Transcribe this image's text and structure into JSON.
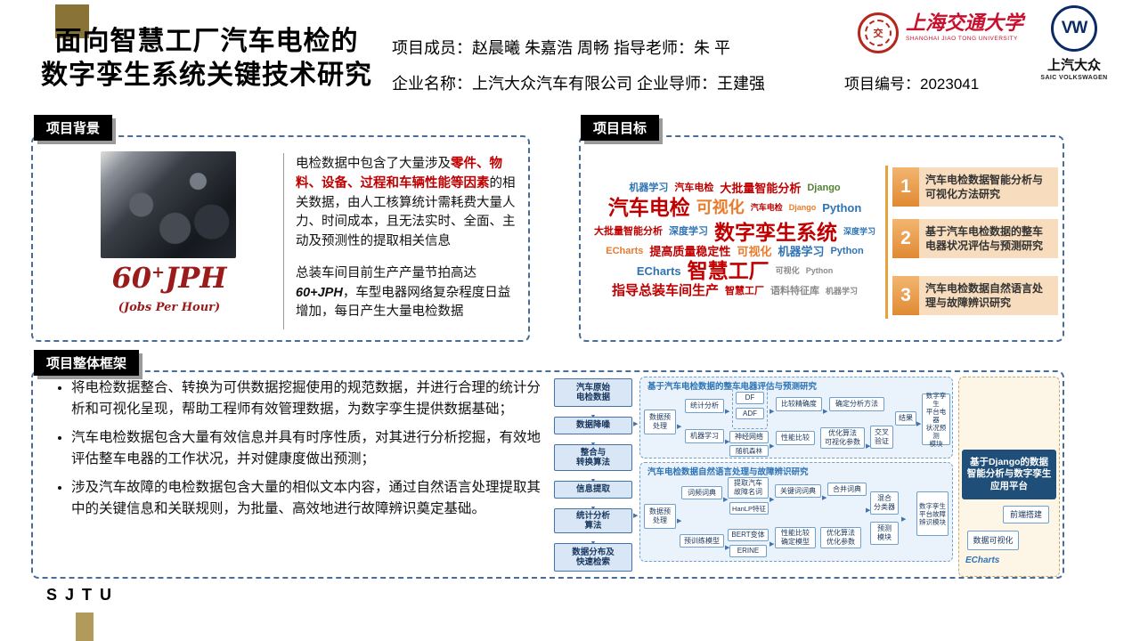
{
  "header": {
    "title_line1": "面向智慧工厂汽车电检的",
    "title_line2": "数字孪生系统关键技术研究",
    "line1_label1": "项目成员：",
    "members": "赵晨曦  朱嘉浩  周畅",
    "line1_label2": "  指导老师：",
    "advisor": "朱    平",
    "line2_label1": "企业名称：",
    "company": "上汽大众汽车有限公司",
    "line2_label2": "      企业导师：",
    "mentor": "王建强",
    "project_no_label": "项目编号：",
    "project_no": "2023041",
    "sjtu_seal_glyph": "交",
    "sjtu_cn": "上海交通大学",
    "sjtu_en": "SHANGHAI JIAO TONG UNIVERSITY",
    "vw_logo": "VW",
    "vw_cn": "上汽大众",
    "vw_en": "SAIC VOLKSWAGEN"
  },
  "background": {
    "label": "项目背景",
    "jph_value": "60",
    "jph_sup": "+",
    "jph_unit": "JPH",
    "jph_caption": "(Jobs Per Hour)",
    "para1_a": "电检数据中包含了大量涉及",
    "para1_red": "零件、物料、设备、过程和车辆性能等因素",
    "para1_b": "的相关数据，由人工核算统计需耗费大量人力、时间成本，且无法实时、全面、主动及预测性的提取相关信息",
    "para2_a": "总装车间目前生产产量节拍高达",
    "para2_em": "60+JPH",
    "para2_b": "，车型电器网络复杂程度日益增加，每日产生大量电检数据"
  },
  "objectives": {
    "label": "项目目标",
    "items": [
      {
        "num": "1",
        "text": "汽车电检数据智能分析与可视化方法研究"
      },
      {
        "num": "2",
        "text": "基于汽车电检数据的整车电器状况评估与预测研究"
      },
      {
        "num": "3",
        "text": "汽车电检数据自然语言处理与故障辨识研究"
      }
    ],
    "words": [
      "机器学习",
      "汽车电检",
      "大批量智能分析",
      "Django",
      "汽车电检",
      "可视化",
      "汽车电检",
      "Django",
      "Python",
      "大批量智能分析",
      "深度学习",
      "数字孪生系统",
      "深度学习",
      "ECharts",
      "提高质量稳定性",
      "可视化",
      "机器学习",
      "Python",
      "ECharts",
      "智慧工厂",
      "可视化",
      "Python",
      "指导总装车间生产",
      "智慧工厂",
      "语料特征库",
      "机器学习"
    ]
  },
  "framework": {
    "label": "项目整体框架",
    "bullets": [
      "将电检数据整合、转换为可供数据挖掘使用的规范数据，并进行合理的统计分析和可视化呈现，帮助工程师有效管理数据，为数字孪生提供数据基础；",
      "汽车电检数据包含大量有效信息并具有时序性质，对其进行分析挖掘，有效地评估整车电器的工作状况，并对健康度做出预测；",
      "涉及汽车故障的电检数据包含大量的相似文本内容，通过自然语言处理提取其中的关键信息和关联规则，为批量、高效地进行故障辨识奠定基础。"
    ],
    "flow": {
      "left": [
        "汽车原始\n电检数据",
        "数据降噪",
        "整合与\n转换算法",
        "信息提取",
        "统计分析\n算法",
        "数据分布及\n快速检索"
      ],
      "panelA": {
        "title": "基于汽车电检数据的整车电器评估与预测研究",
        "pre": "数据预\n处理",
        "stat": "统计分析",
        "ml": "机器学习",
        "df": "DF",
        "adf": "ADF",
        "nn": "神经网络",
        "rf": "随机森林",
        "acc": "比较精确度",
        "method": "确定分析方法",
        "perf": "性能比较",
        "opt": "优化算法\n可视化参数",
        "cv": "交叉\n验证",
        "result": "结果",
        "out": "数字孪生\n平台电器\n状况预测\n模块"
      },
      "panelB": {
        "title": "汽车电检数据自然语言处理与故障辨识研究",
        "pre": "数据预\n处理",
        "freq": "词频词典",
        "extract": "提取汽车\n故障名词",
        "hanlp": "HanLP特征",
        "keyword": "关键词词典",
        "merge": "合并词典",
        "classifier": "混合\n分类器",
        "predict": "预测\n模块",
        "pretrain": "预训练模型",
        "bert": "BERT变体",
        "ernie": "ERINE",
        "perf": "性能比较\n确定模型",
        "opt": "优化算法\n优化参数",
        "out": "数字孪生\n平台故障\n辨识模块"
      },
      "right": {
        "django": "基于Django的数据智能分析与数字孪生应用平台",
        "frontend": "前端搭建",
        "vis": "数据可视化",
        "echarts": "ECharts"
      }
    }
  },
  "footer": {
    "sjtu": "S J T U"
  },
  "colors": {
    "gold": "#B29A5C",
    "dark_gold": "#8A7336",
    "dashed_border": "#4A6D96",
    "red_accent": "#C00000",
    "dark_red": "#9B1B1B",
    "orange_accent": "#E8A23C",
    "flow_blue": "#2E74B5",
    "django_navy": "#1F4E79"
  }
}
